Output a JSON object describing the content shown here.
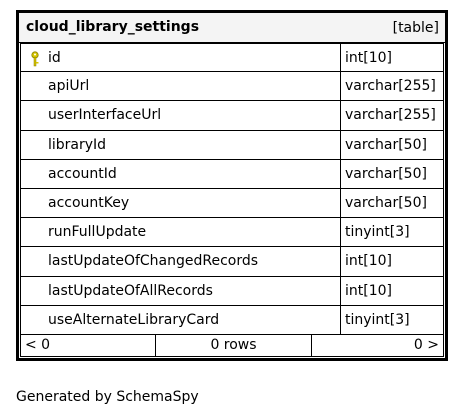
{
  "table": {
    "name": "cloud_library_settings",
    "type_label": "[table]",
    "columns": [
      {
        "name": "id",
        "type": "int[10]",
        "primary_key": true
      },
      {
        "name": "apiUrl",
        "type": "varchar[255]",
        "primary_key": false
      },
      {
        "name": "userInterfaceUrl",
        "type": "varchar[255]",
        "primary_key": false
      },
      {
        "name": "libraryId",
        "type": "varchar[50]",
        "primary_key": false
      },
      {
        "name": "accountId",
        "type": "varchar[50]",
        "primary_key": false
      },
      {
        "name": "accountKey",
        "type": "varchar[50]",
        "primary_key": false
      },
      {
        "name": "runFullUpdate",
        "type": "tinyint[3]",
        "primary_key": false
      },
      {
        "name": "lastUpdateOfChangedRecords",
        "type": "int[10]",
        "primary_key": false
      },
      {
        "name": "lastUpdateOfAllRecords",
        "type": "int[10]",
        "primary_key": false
      },
      {
        "name": "useAlternateLibraryCard",
        "type": "tinyint[3]",
        "primary_key": false
      }
    ],
    "footer": {
      "parents": "< 0",
      "rows": "0 rows",
      "children": "0 >"
    }
  },
  "generated_by": "Generated by SchemaSpy",
  "colors": {
    "header_background": "#f4f4f4",
    "border": "#000000",
    "key_icon": "#d4c400"
  },
  "icons": {
    "primary_key": "key-icon"
  }
}
